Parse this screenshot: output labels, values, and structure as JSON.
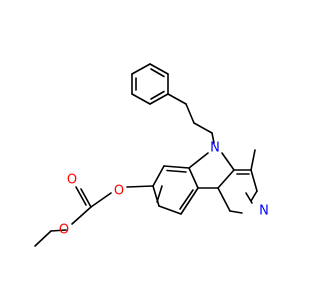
{
  "molecule": {
    "colors": {
      "bond": "#000000",
      "nitrogen": "#0000ff",
      "oxygen": "#ff0000"
    },
    "atoms": {
      "n_indole": "N",
      "n_pyridine": "N",
      "o_ether": "O",
      "o_carbonyl": "O",
      "o_ester": "O"
    }
  }
}
